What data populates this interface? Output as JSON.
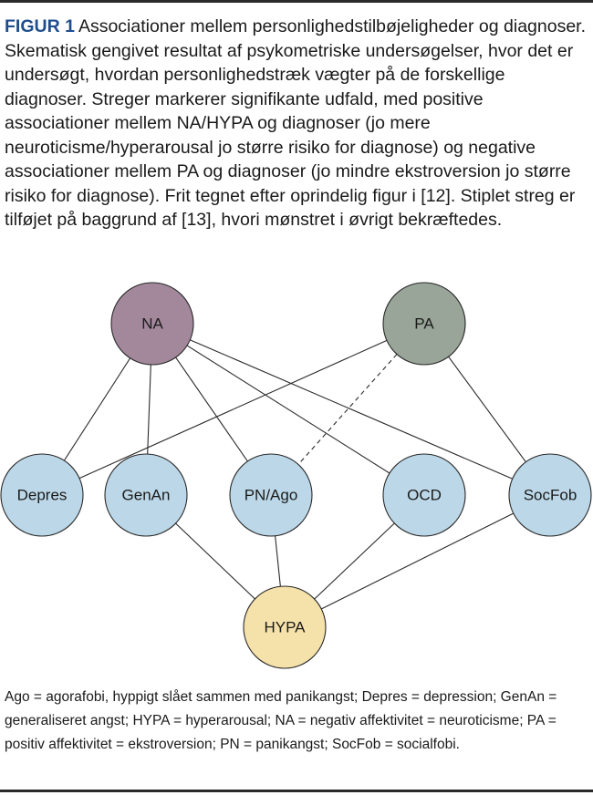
{
  "figure": {
    "label": "FIGUR 1",
    "caption": "Associationer mellem personlighedstilbøjeligheder og diagnoser. Skematisk gengivet resultat af psykometriske undersøgelser, hvor det er undersøgt, hvordan personlighedstræk vægter på de forskellige diagnoser. Streger markerer signifikante udfald, med positive associationer mellem NA/HYPA og diagnoser (jo mere neuroticisme/hyperarousal jo større risiko for diagnose) og negative associationer mellem PA og diagnoser (jo mindre ekstroversion jo større risiko for diagnose). Frit tegnet efter oprindelig figur i [12]. Stiplet streg er tilføjet på baggrund af [13], hvori mønstret i øvrigt bekræftedes."
  },
  "diagram": {
    "nodes": [
      {
        "id": "NA",
        "label": "NA",
        "color": "#a3889c"
      },
      {
        "id": "PA",
        "label": "PA",
        "color": "#98a598"
      },
      {
        "id": "Depres",
        "label": "Depres",
        "color": "#bcd8e8"
      },
      {
        "id": "GenAn",
        "label": "GenAn",
        "color": "#bcd8e8"
      },
      {
        "id": "PNAgo",
        "label": "PN/Ago",
        "color": "#bcd8e8"
      },
      {
        "id": "OCD",
        "label": "OCD",
        "color": "#bcd8e8"
      },
      {
        "id": "SocFob",
        "label": "SocFob",
        "color": "#bcd8e8"
      },
      {
        "id": "HYPA",
        "label": "HYPA",
        "color": "#f5e1aa"
      }
    ],
    "edges": [
      {
        "from": "NA",
        "to": "Depres",
        "style": "solid"
      },
      {
        "from": "NA",
        "to": "GenAn",
        "style": "solid"
      },
      {
        "from": "NA",
        "to": "PNAgo",
        "style": "solid"
      },
      {
        "from": "NA",
        "to": "OCD",
        "style": "solid"
      },
      {
        "from": "NA",
        "to": "SocFob",
        "style": "solid"
      },
      {
        "from": "PA",
        "to": "Depres",
        "style": "solid"
      },
      {
        "from": "PA",
        "to": "PNAgo",
        "style": "dashed"
      },
      {
        "from": "PA",
        "to": "SocFob",
        "style": "solid"
      },
      {
        "from": "HYPA",
        "to": "GenAn",
        "style": "solid"
      },
      {
        "from": "HYPA",
        "to": "PNAgo",
        "style": "solid"
      },
      {
        "from": "HYPA",
        "to": "OCD",
        "style": "solid"
      },
      {
        "from": "HYPA",
        "to": "SocFob",
        "style": "solid"
      }
    ]
  },
  "legend": {
    "text": "Ago = agorafobi, hyppigt slået sammen med panikangst; Depres = depression; GenAn = generaliseret angst; HYPA = hyperarousal; NA = negativ affektivitet = neuroticisme; PA = positiv affektivitet = ekstroversion; PN = panikangst; SocFob = socialfobi."
  }
}
